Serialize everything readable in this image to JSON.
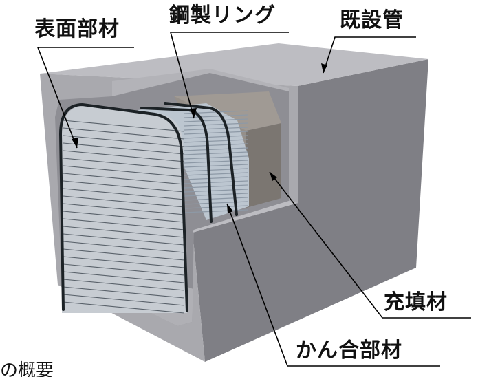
{
  "labels": {
    "surface_member": "表面部材",
    "steel_ring": "鋼製リング",
    "existing_pipe": "既設管",
    "filler": "充填材",
    "fitting_member": "かん合部材"
  },
  "caption": "の概要",
  "colors": {
    "top_face": "#bdbdc2",
    "front_face": "#a9a9ae",
    "right_face": "#7f7f85",
    "interior": "#8e8e94",
    "filler": "#8b8681",
    "mesh": "#b9c4cf",
    "ring": "#1c2226",
    "leader": "#000000"
  }
}
